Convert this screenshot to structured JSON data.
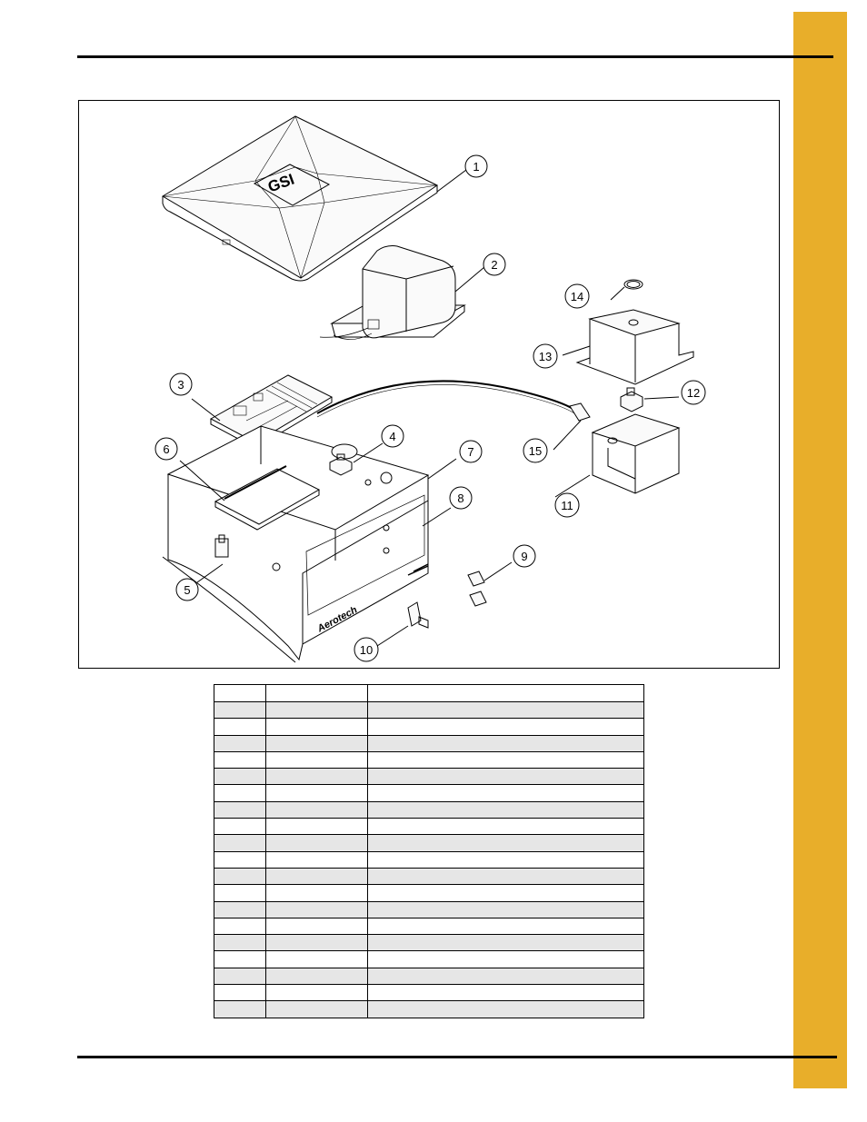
{
  "page": {
    "tab_color": "#E8AE2A"
  },
  "figure": {
    "logo_text": "GSI",
    "panel_brand": "Aerotech",
    "callouts": [
      "1",
      "2",
      "3",
      "4",
      "5",
      "6",
      "7",
      "8",
      "9",
      "10",
      "11",
      "12",
      "13",
      "14",
      "15"
    ]
  },
  "table": {
    "header": [
      "",
      "",
      ""
    ],
    "rows": [
      [
        "",
        "",
        ""
      ],
      [
        "",
        "",
        ""
      ],
      [
        "",
        "",
        ""
      ],
      [
        "",
        "",
        ""
      ],
      [
        "",
        "",
        ""
      ],
      [
        "",
        "",
        ""
      ],
      [
        "",
        "",
        ""
      ],
      [
        "",
        "",
        ""
      ],
      [
        "",
        "",
        ""
      ],
      [
        "",
        "",
        ""
      ],
      [
        "",
        "",
        ""
      ],
      [
        "",
        "",
        ""
      ],
      [
        "",
        "",
        ""
      ],
      [
        "",
        "",
        ""
      ],
      [
        "",
        "",
        ""
      ],
      [
        "",
        "",
        ""
      ],
      [
        "",
        "",
        ""
      ],
      [
        "",
        "",
        ""
      ],
      [
        "",
        "",
        ""
      ]
    ]
  }
}
